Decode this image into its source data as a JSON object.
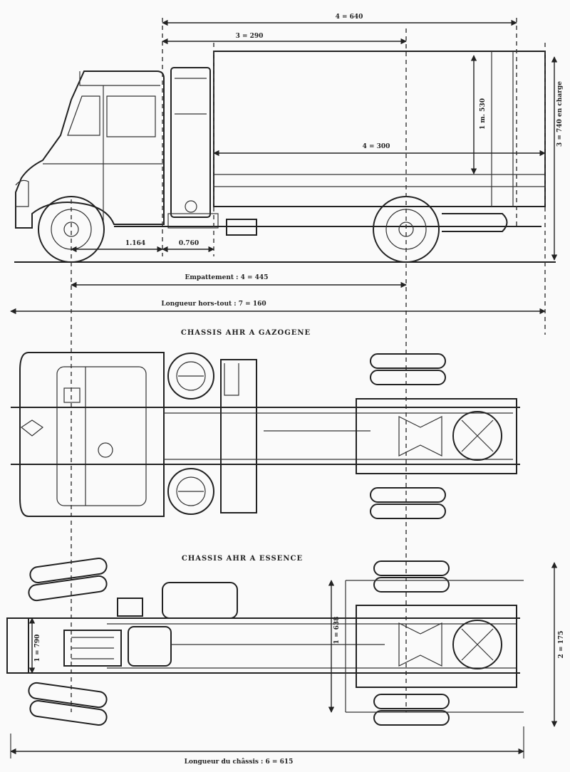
{
  "dimensions": {
    "overall_height_top": "4 = 640",
    "cab_to_axle": "3 = 290",
    "body_height": "1 m. 530",
    "body_length": "4 = 300",
    "loaded_height": "3 = 740 en charge",
    "front_overhang": "1.164",
    "cab_gap": "0.760",
    "wheelbase": "Empattement : 4 = 445",
    "overall_length": "Longueur hors-tout : 7 = 160",
    "track_front": "1 = 790",
    "track_rear": "1 = 638",
    "width_total": "2 = 175",
    "chassis_length": "Longueur du châssis : 6 = 615"
  },
  "titles": {
    "gazogene": "CHASSIS AHR A GAZOGENE",
    "essence": "CHASSIS AHR A ESSENCE"
  }
}
